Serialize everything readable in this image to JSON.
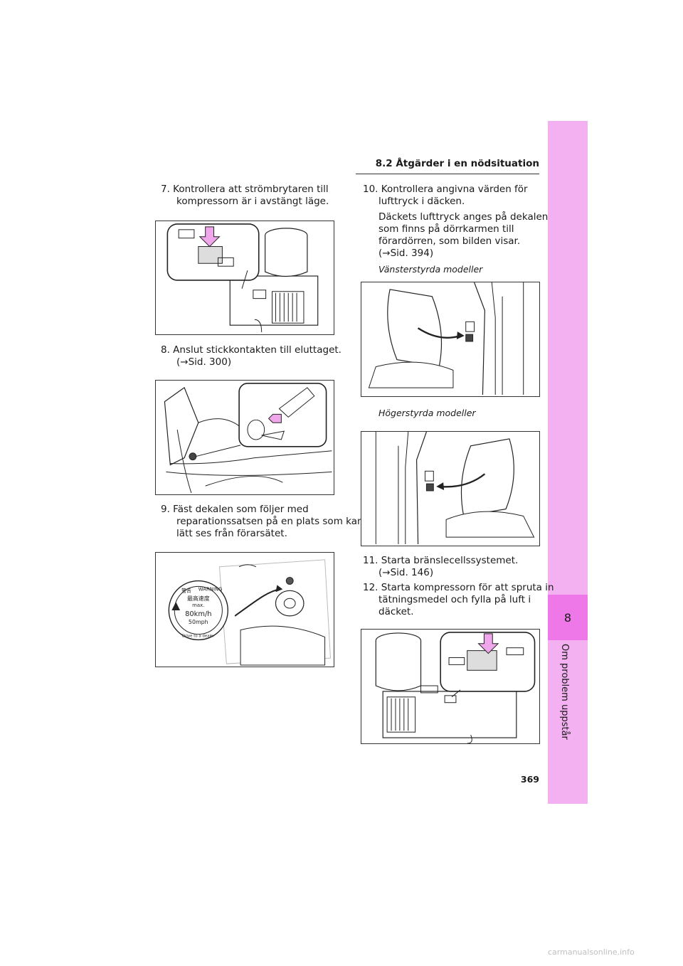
{
  "header": {
    "section": "8.2 Åtgärder i en nödsituation"
  },
  "side_tab": {
    "chapter_number": "8",
    "chapter_title": "Om problem uppstår"
  },
  "page_number": "369",
  "watermark": "carmanualsonline.info",
  "steps": {
    "s7": {
      "line1": "7. Kontrollera att strömbrytaren till",
      "line2": "kompressorn är i avstängt läge."
    },
    "s8": {
      "line1": "8. Anslut stickkontakten till eluttaget.",
      "line2": "(→Sid. 300)"
    },
    "s9": {
      "line1": "9. Fäst dekalen som följer med",
      "line2": "reparationssatsen på en plats som kan",
      "line3": "lätt ses från förarsätet."
    },
    "s10": {
      "line1": "10. Kontrollera angivna värden för",
      "line2": "lufttryck i däcken.",
      "p2_line1": "Däckets lufttryck anges på dekalen",
      "p2_line2": "som finns på dörrkarmen till",
      "p2_line3": "förardörren, som bilden visar.",
      "p2_line4": "(→Sid. 394)",
      "lhd": "Vänsterstyrda modeller",
      "rhd": "Högerstyrda modeller"
    },
    "s11": {
      "line1": "11. Starta bränslecellssystemet.",
      "line2": "(→Sid. 146)"
    },
    "s12": {
      "line1": "12. Starta kompressorn för att spruta in",
      "line2": "tätningsmedel och fylla på luft i",
      "line3": "däcket."
    }
  },
  "warning_label": {
    "title_jp": "警告",
    "title_en": "WARNING",
    "line1": "最高速度",
    "line2": "max.",
    "line3": "80km/h",
    "line4": "50mph",
    "bottom": "Drive to a dealer"
  }
}
